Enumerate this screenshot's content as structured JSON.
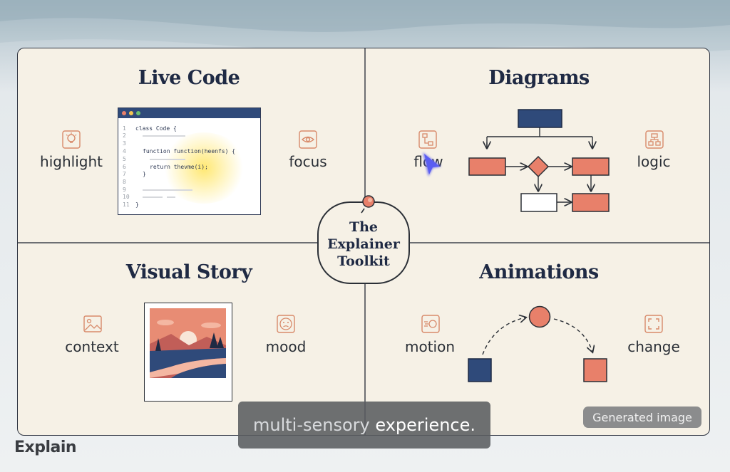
{
  "board": {
    "quadrants": [
      {
        "title": "Live Code",
        "left_label": "highlight",
        "right_label": "focus"
      },
      {
        "title": "Diagrams",
        "left_label": "flow",
        "right_label": "logic"
      },
      {
        "title": "Visual Story",
        "left_label": "context",
        "right_label": "mood"
      },
      {
        "title": "Animations",
        "left_label": "motion",
        "right_label": "change"
      }
    ],
    "hub": {
      "line1": "The",
      "line2": "Explainer",
      "line3": "Toolkit"
    }
  },
  "editor": {
    "lines": [
      {
        "n": "1",
        "text": "class Code {"
      },
      {
        "n": "2",
        "text": ""
      },
      {
        "n": "3",
        "text": ""
      },
      {
        "n": "4",
        "text": "function function(heenfs) {"
      },
      {
        "n": "5",
        "text": ""
      },
      {
        "n": "6",
        "text": "return thevme(i);"
      },
      {
        "n": "7",
        "text": "}"
      },
      {
        "n": "8",
        "text": ""
      },
      {
        "n": "9",
        "text": ""
      },
      {
        "n": "10",
        "text": ""
      },
      {
        "n": "11",
        "text": "}"
      }
    ]
  },
  "caption": {
    "dim_part": "multi-sensory",
    "bright_part": "experience."
  },
  "badge": {
    "label": "Generated image"
  },
  "brand": {
    "name": "Explain"
  },
  "colors": {
    "navy": "#2f4a7a",
    "coral": "#e8806a",
    "cream": "#f6f1e6",
    "ink": "#1f2a44"
  },
  "icons": [
    "lightbulb-icon",
    "eye-icon",
    "flowchart-icon",
    "hierarchy-icon",
    "image-icon",
    "face-icon",
    "motion-icon",
    "resize-icon",
    "cursor-icon"
  ]
}
